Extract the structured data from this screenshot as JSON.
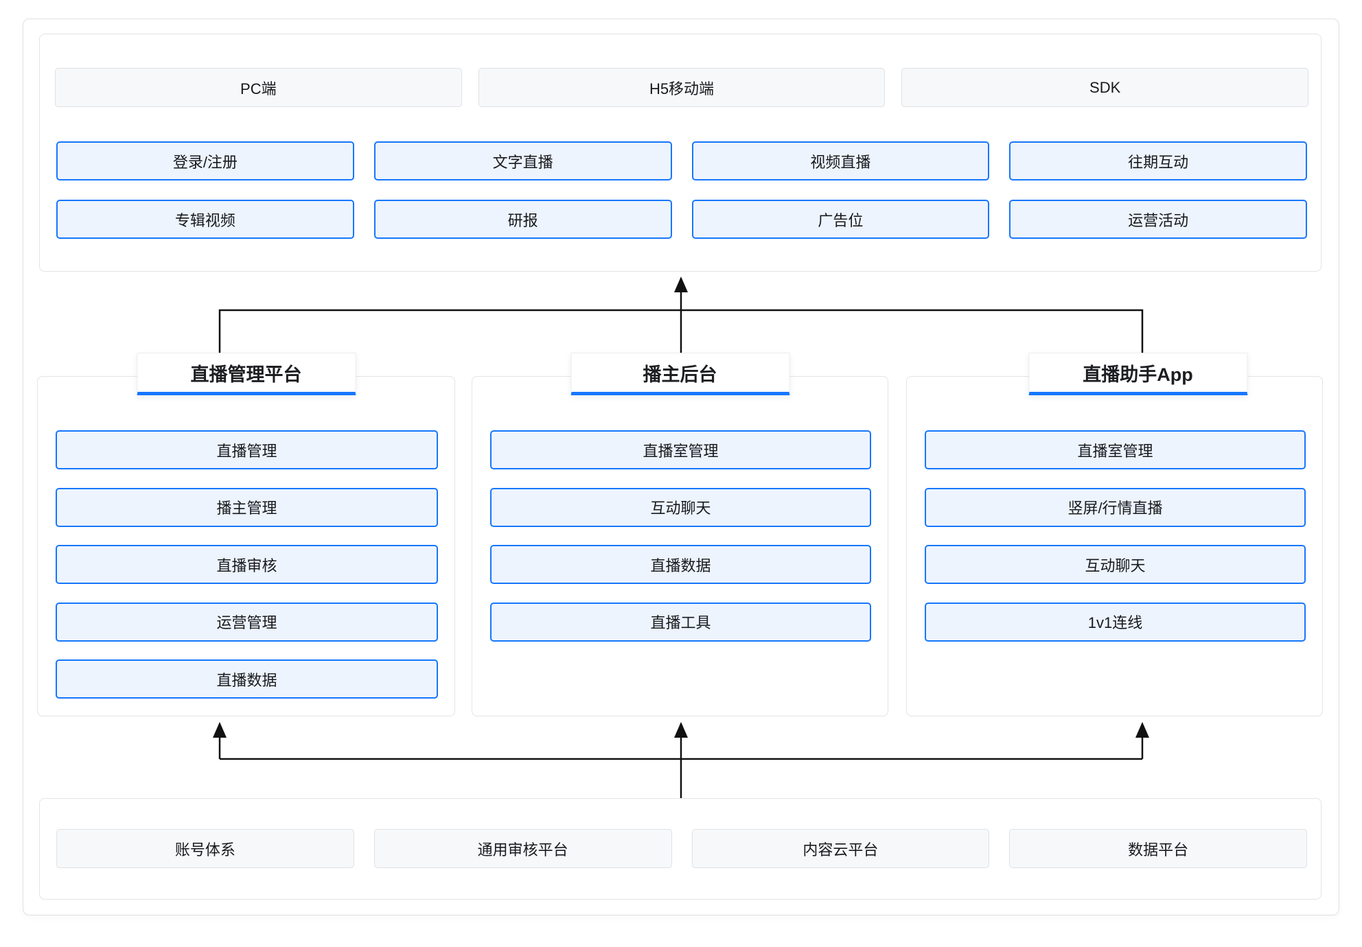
{
  "diagram": {
    "top_section": {
      "headers": [
        "PC端",
        "H5移动端",
        "SDK"
      ],
      "feature_rows": [
        [
          "登录/注册",
          "文字直播",
          "视频直播",
          "往期互动"
        ],
        [
          "专辑视频",
          "研报",
          "广告位",
          "运营活动"
        ]
      ]
    },
    "platforms": [
      {
        "title": "直播管理平台",
        "items": [
          "直播管理",
          "播主管理",
          "直播审核",
          "运营管理",
          "直播数据"
        ]
      },
      {
        "title": "播主后台",
        "items": [
          "直播室管理",
          "互动聊天",
          "直播数据",
          "直播工具"
        ]
      },
      {
        "title": "直播助手App",
        "items": [
          "直播室管理",
          "竖屏/行情直播",
          "互动聊天",
          "1v1连线"
        ]
      }
    ],
    "bottom_section": {
      "items": [
        "账号体系",
        "通用审核平台",
        "内容云平台",
        "数据平台"
      ]
    },
    "colors": {
      "accent_blue": "#1677ff",
      "blue_box_fill": "#edf4fe",
      "gray_box_fill": "#f7f8fa",
      "gray_box_border": "#dee1e6",
      "section_border": "#e1e4e8",
      "line_color": "#111111"
    }
  }
}
